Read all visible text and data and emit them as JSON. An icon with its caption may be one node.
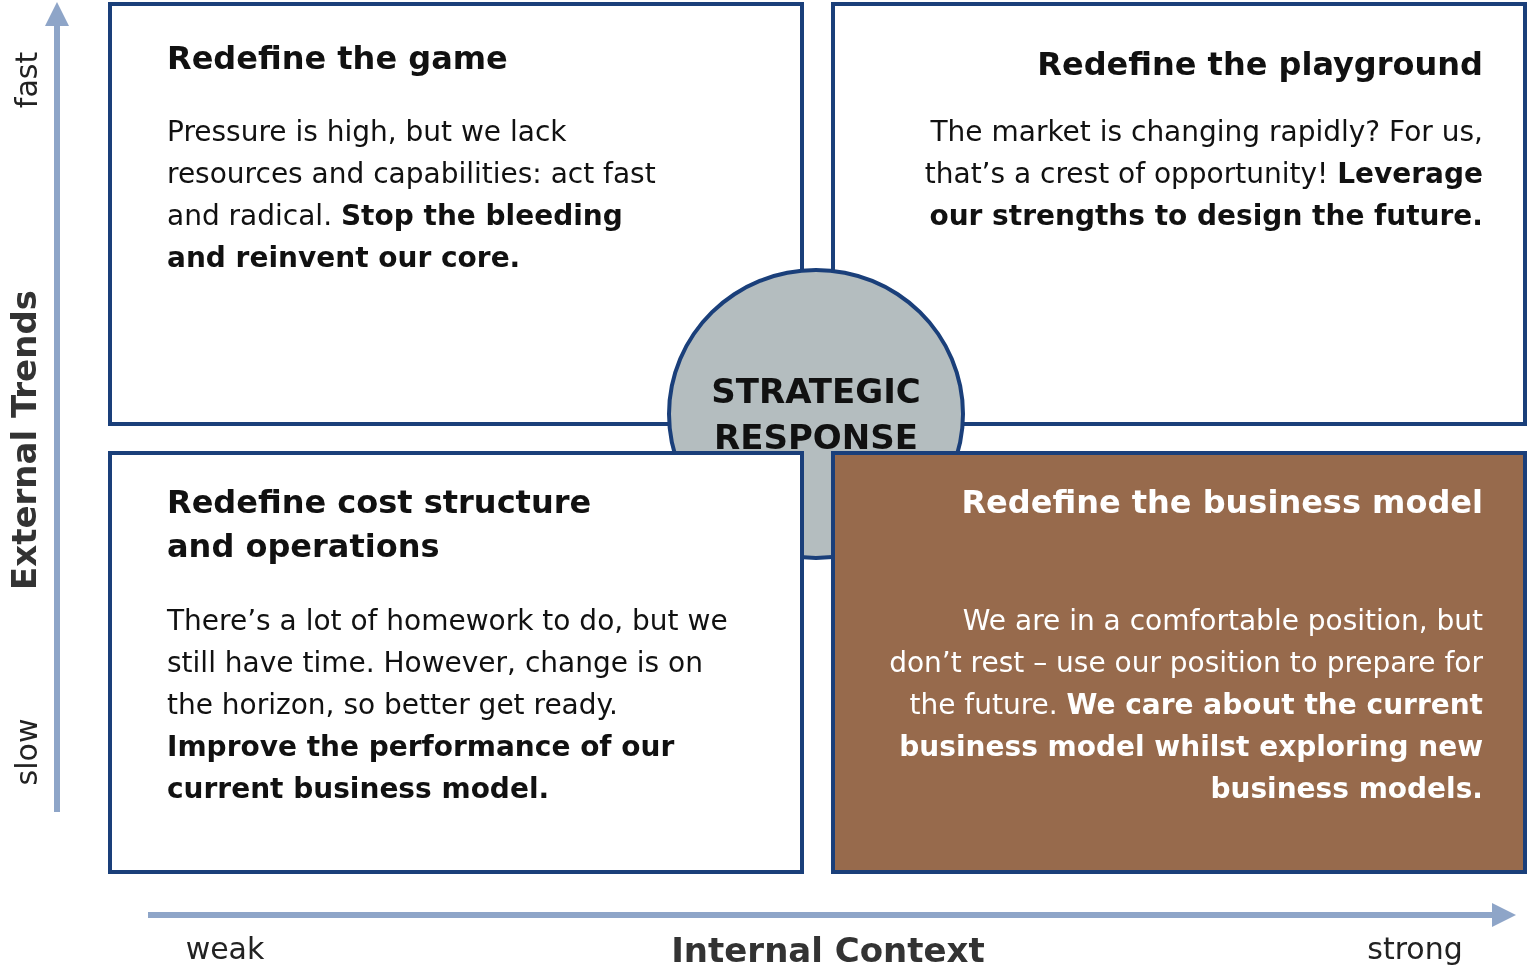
{
  "diagram": {
    "nodes": [
      {
        "text": [
          "Redefine the game",
          "Pressure is high, but we lack resources and capabilities: act fast and radical. **Stop the bleeding and reinvent our core.**"
        ]
      },
      {
        "text": [
          "Redefine the playground",
          "The market is changing rapidly? For us, that’s a crest of opportunity! **Leverage our strengths to design the future.**"
        ]
      },
      {
        "text": [
          "STRATEGIC RESPONSE"
        ]
      },
      {
        "text": [
          "Redefine cost structure and operations",
          "There’s a lot of homework to do, but we still have time. However, change is on the horizon, so better get ready. **Improve the performance of our current business model.**"
        ]
      },
      {
        "text": [
          "Redefine the business model",
          "We are in a comfortable position, but don’t rest – use our position to prepare for the future. **We care about the current business model whilst exploring new business models.**"
        ]
      }
    ],
    "edges": [],
    "labels": [
      "fast",
      "External Trends",
      "slow",
      "weak",
      "Internal Context",
      "strong"
    ]
  }
}
